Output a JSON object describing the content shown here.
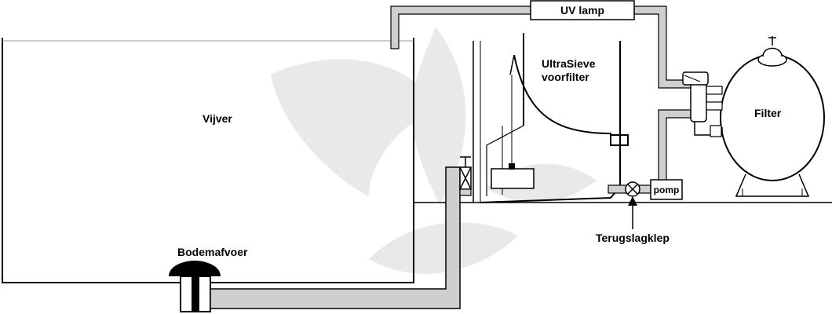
{
  "labels": {
    "pond": "Vijver",
    "bottom_drain": "Bodemafvoer",
    "uv_lamp": "UV lamp",
    "sieve_line1": "UltraSieve",
    "sieve_line2": "voorfilter",
    "filter": "Filter",
    "pump": "pomp",
    "check_valve": "Terugslagklep"
  },
  "colors": {
    "pipe_fill": "#cfcfcf",
    "outline": "#000000",
    "watermark": "#e9e9e9"
  },
  "icons": [
    "leaf-watermark-icon",
    "ball-valve-icon",
    "check-valve-icon",
    "arrow-up-icon",
    "multiport-valve-icon"
  ]
}
